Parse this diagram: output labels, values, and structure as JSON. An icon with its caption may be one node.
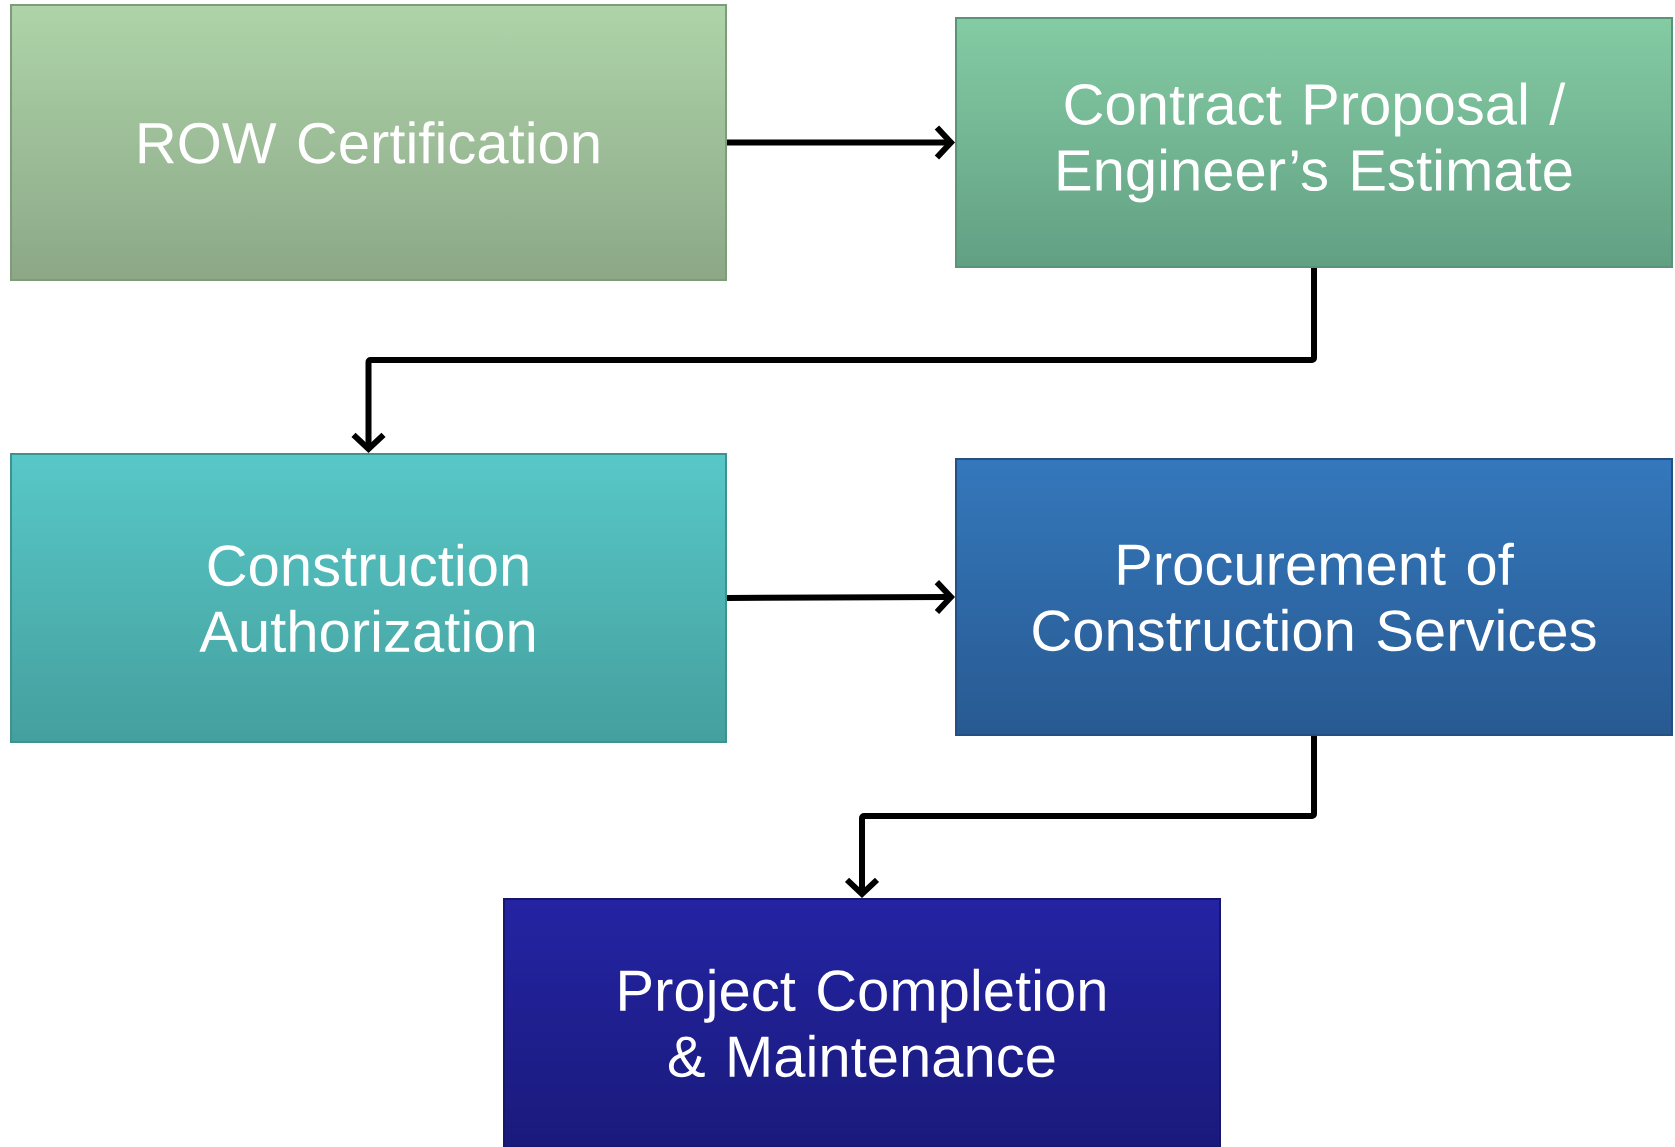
{
  "diagram": {
    "nodes": [
      {
        "text": [
          "ROW Certification"
        ]
      },
      {
        "text": [
          "Contract Proposal / Engineer’s Estimate"
        ]
      },
      {
        "text": [
          "Construction Authorization"
        ]
      },
      {
        "text": [
          "Procurement of Construction Services"
        ]
      },
      {
        "text": [
          "Project Completion & Maintenance"
        ]
      }
    ],
    "edges": [
      {
        "from": 0,
        "to": 1,
        "arrow": "to"
      },
      {
        "from": 1,
        "to": 2,
        "arrow": "to"
      },
      {
        "from": 2,
        "to": 3,
        "arrow": "to"
      },
      {
        "from": 3,
        "to": 4,
        "arrow": "to"
      }
    ]
  }
}
